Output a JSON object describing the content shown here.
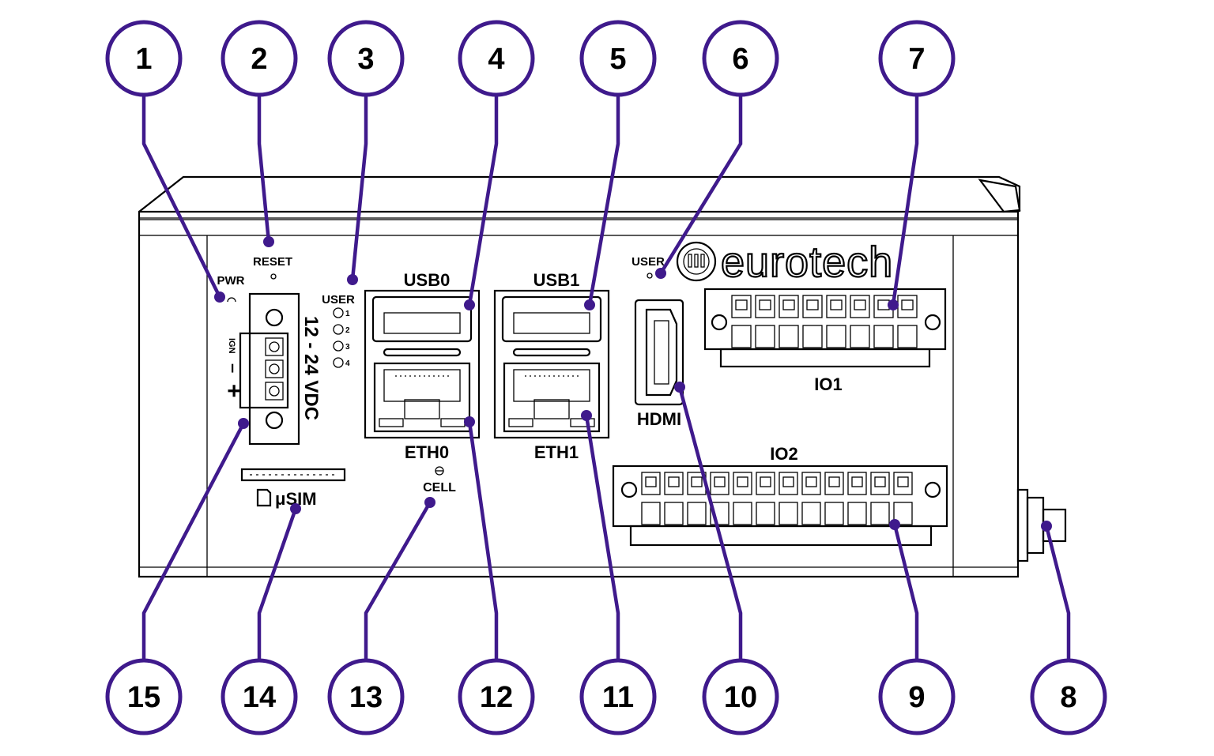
{
  "colors": {
    "callout": "#3f1a8c",
    "drawing": "#000000",
    "background": "#ffffff"
  },
  "brand": "eurotech",
  "labels": {
    "pwr": "PWR",
    "reset": "RESET",
    "user_leds": "USER",
    "led_1": "1",
    "led_2": "2",
    "led_3": "3",
    "led_4": "4",
    "usb0": "USB0",
    "usb1": "USB1",
    "eth0": "ETH0",
    "eth1": "ETH1",
    "user_btn": "USER",
    "hdmi": "HDMI",
    "io1": "IO1",
    "io2": "IO2",
    "power_voltage": "12 - 24 VDC",
    "power_ign": "IGN",
    "power_minus": "–",
    "power_plus": "+",
    "usim": "μSIM",
    "cell": "CELL"
  },
  "callouts": {
    "c1": "1",
    "c2": "2",
    "c3": "3",
    "c4": "4",
    "c5": "5",
    "c6": "6",
    "c7": "7",
    "c8": "8",
    "c9": "9",
    "c10": "10",
    "c11": "11",
    "c12": "12",
    "c13": "13",
    "c14": "14",
    "c15": "15"
  }
}
